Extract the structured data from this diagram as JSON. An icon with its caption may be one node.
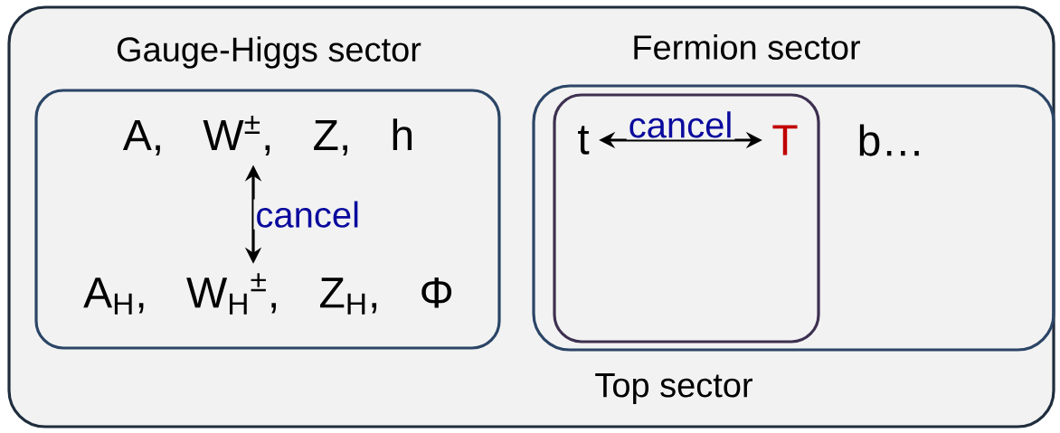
{
  "diagram": {
    "nodes": [
      {
        "text": [],
        "shape": "box"
      },
      {
        "text": [
          "Gauge-Higgs sector"
        ],
        "in": 0
      },
      {
        "text": [
          "A, W$^{±}$, Z, h"
        ],
        "in": 1
      },
      {
        "text": [
          "A$_{H}$, W$_{H}$$^{±}$, Z$_{H}$, Φ"
        ],
        "in": 1
      },
      {
        "text": [
          "Fermion sector"
        ],
        "in": 0
      },
      {
        "text": [
          "Top sector"
        ],
        "in": 4
      },
      {
        "text": [
          "t"
        ],
        "in": 5
      },
      {
        "text": [
          "T"
        ],
        "in": 5
      },
      {
        "text": [
          "b…"
        ],
        "in": 4
      }
    ],
    "edges": [
      {
        "from": 2,
        "to": 3,
        "arrow": "both",
        "label": "cancel"
      },
      {
        "from": 6,
        "to": 7,
        "arrow": "both",
        "label": "cancel"
      }
    ]
  }
}
